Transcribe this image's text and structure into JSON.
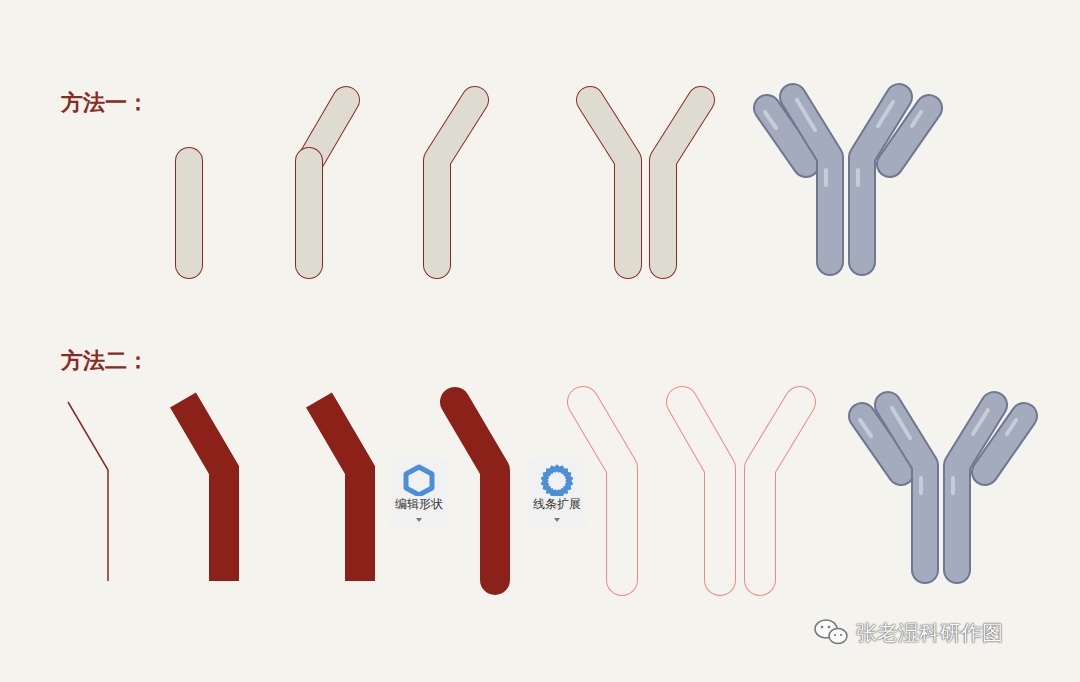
{
  "diagram": {
    "nodes": [
      {
        "text": [
          "编辑形状"
        ]
      },
      {
        "text": [
          "线条扩展"
        ]
      }
    ],
    "labels": [
      "方法一：",
      "方法二：",
      "张老湿科研作图"
    ]
  }
}
